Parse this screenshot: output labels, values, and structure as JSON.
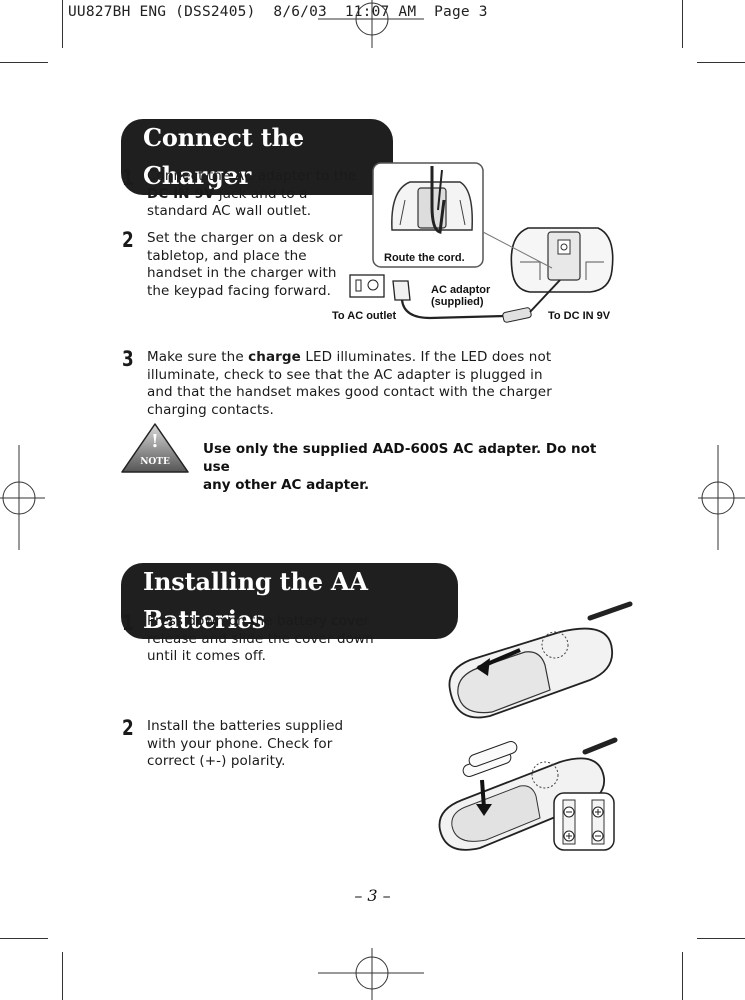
{
  "slug_line": "UU827BH ENG (DSS2405)  8/6/03  11:07 AM  Page 3",
  "charger": {
    "title": "Connect the Charger",
    "steps": [
      {
        "num": "1",
        "pre": "Connect the AC adapter to the",
        "bold": "DC IN 9V",
        "post": " jack and to a",
        "line3": "standard AC wall outlet."
      },
      {
        "num": "2",
        "lines": [
          "Set the charger on a desk or",
          "tabletop, and place the",
          "handset in the charger with",
          "the keypad facing forward."
        ]
      },
      {
        "num": "3",
        "pre": "Make sure the ",
        "bold": "charge",
        "post": " LED illuminates. If the LED does not",
        "lines": [
          "illuminate, check to see that the AC adapter is plugged in",
          "and that the handset makes good contact with the charger",
          "charging contacts."
        ]
      }
    ],
    "figure_labels": {
      "route": "Route the cord.",
      "adaptor_line1": "AC adaptor",
      "adaptor_line2": "(supplied)",
      "outlet": "To AC outlet",
      "dcin": "To DC IN 9V"
    },
    "note_icon": "NOTE",
    "note_mark": "!",
    "note_line1": "Use only the supplied AAD-600S AC adapter. Do not use",
    "note_line2": "any other AC adapter."
  },
  "batteries": {
    "title": "Installing the AA Batteries",
    "steps": [
      {
        "num": "1",
        "lines": [
          "Press down on the battery cover",
          "release and slide the cover down",
          "until it comes off."
        ]
      },
      {
        "num": "2",
        "lines": [
          "Install the batteries supplied",
          "with your phone. Check for",
          "correct (+-) polarity."
        ]
      }
    ]
  },
  "page_number": "– 3 –"
}
